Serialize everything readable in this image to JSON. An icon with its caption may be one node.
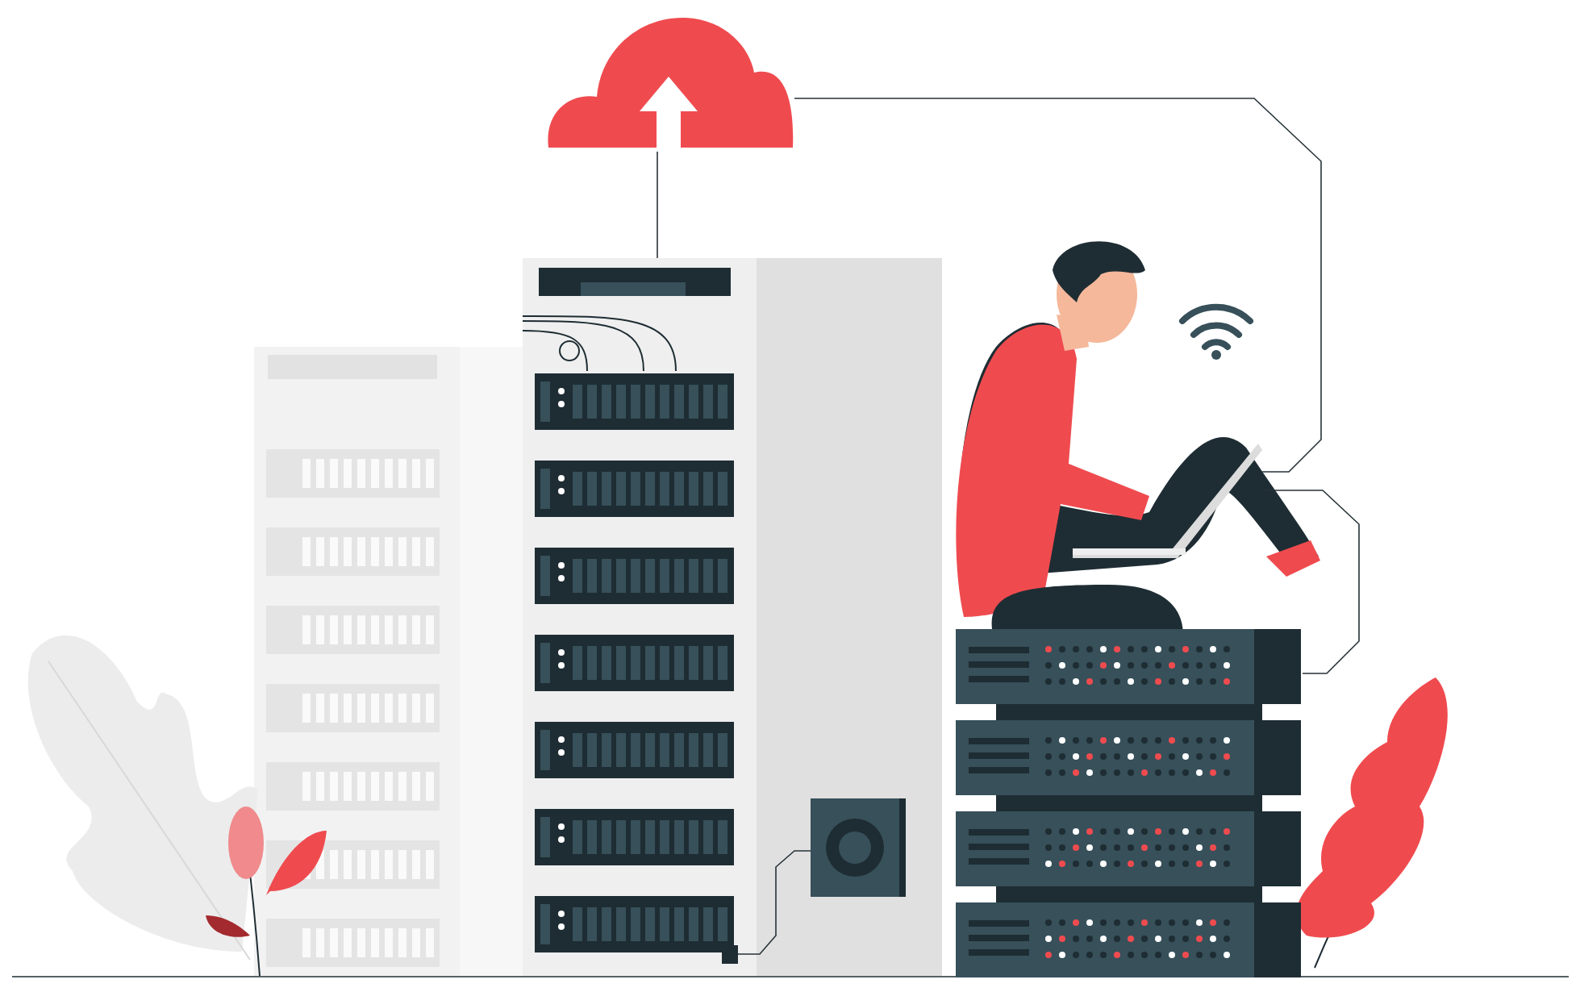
{
  "diagram": {
    "nodes": [
      {
        "text": [],
        "shape": "cloud"
      },
      {
        "text": [],
        "shape": "server"
      },
      {
        "text": [],
        "shape": "person"
      },
      {
        "text": [],
        "shape": "laptop",
        "in": 2
      },
      {
        "text": [],
        "shape": "server"
      },
      {
        "text": [],
        "shape": "speaker"
      },
      {
        "text": [],
        "shape": "box",
        "in": 1
      }
    ],
    "edges": [
      {
        "from": 1,
        "to": 0,
        "arrow": "none"
      },
      {
        "from": 0,
        "to": 3,
        "arrow": "none"
      },
      {
        "from": 3,
        "to": 4,
        "arrow": "none"
      },
      {
        "from": 6,
        "to": 5,
        "arrow": "none"
      }
    ]
  }
}
